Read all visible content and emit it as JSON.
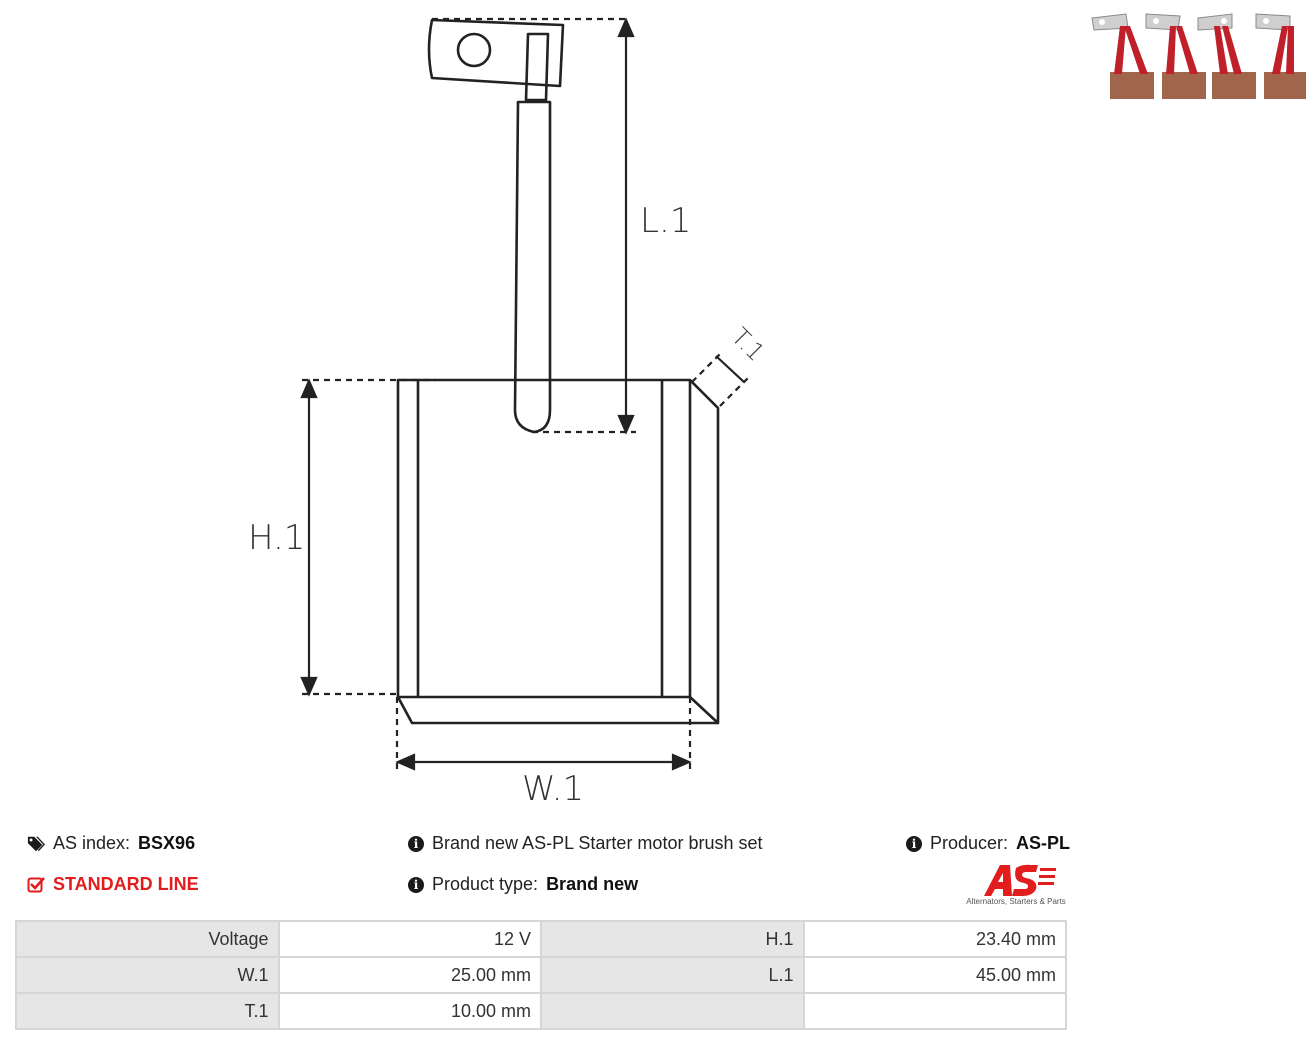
{
  "diagram": {
    "labels": {
      "l1": "L.1",
      "h1": "H.1",
      "w1": "W.1",
      "t1": "T.1"
    }
  },
  "thumbnail": {
    "alt": "Starter motor brush set photo",
    "brush_count": 4
  },
  "info": {
    "as_index_label": "AS index:",
    "as_index_value": "BSX96",
    "line": "STANDARD LINE",
    "description": "Brand new AS-PL Starter motor brush set",
    "product_type_label": "Product type:",
    "product_type_value": "Brand new",
    "producer_label": "Producer:",
    "producer_value": "AS-PL"
  },
  "logo": {
    "text": "AS",
    "tagline": "Alternators, Starters & Parts"
  },
  "specs": [
    [
      {
        "k": "Voltage",
        "v": "12 V"
      },
      {
        "k": "H.1",
        "v": "23.40 mm"
      }
    ],
    [
      {
        "k": "W.1",
        "v": "25.00 mm"
      },
      {
        "k": "L.1",
        "v": "45.00 mm"
      }
    ],
    [
      {
        "k": "T.1",
        "v": "10.00 mm"
      },
      {
        "k": "",
        "v": ""
      }
    ]
  ],
  "colors": {
    "accent_red": "#e11d1d",
    "cable_red": "#c0202a",
    "carbon": "#a0654a"
  }
}
